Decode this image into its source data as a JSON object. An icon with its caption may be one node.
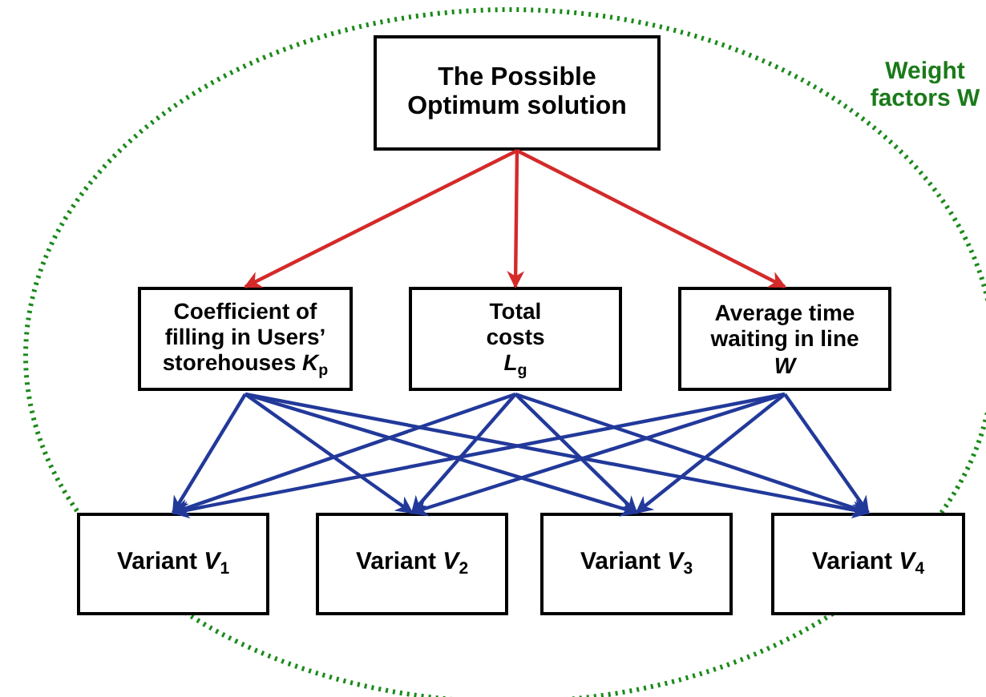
{
  "diagram": {
    "nodes": [
      {
        "text": [
          "Weight factors W"
        ]
      },
      {
        "text": [
          "The Possible Optimum solution"
        ],
        "in": 0
      },
      {
        "text": [
          "Coefficient of filling in Users’ storehouses *K*$_{p}$"
        ],
        "in": 0
      },
      {
        "text": [
          "Total costs *L*$_{g}$"
        ],
        "in": 0
      },
      {
        "text": [
          "Average time waiting in line *W*"
        ],
        "in": 0
      },
      {
        "text": [
          "Variant *V*$_{1}$"
        ],
        "in": 0
      },
      {
        "text": [
          "Variant *V*$_{2}$"
        ],
        "in": 0
      },
      {
        "text": [
          "Variant *V*$_{3}$"
        ],
        "in": 0
      },
      {
        "text": [
          "Variant *V*$_{4}$"
        ],
        "in": 0
      }
    ],
    "edges": [
      {
        "from": 1,
        "to": 2,
        "arrow": "to",
        "color": "#d42a2a"
      },
      {
        "from": 1,
        "to": 3,
        "arrow": "to",
        "color": "#d42a2a"
      },
      {
        "from": 1,
        "to": 4,
        "arrow": "to",
        "color": "#d42a2a"
      },
      {
        "from": 2,
        "to": 5,
        "arrow": "to"
      },
      {
        "from": 2,
        "to": 6,
        "arrow": "to"
      },
      {
        "from": 2,
        "to": 7,
        "arrow": "to"
      },
      {
        "from": 2,
        "to": 8,
        "arrow": "to"
      },
      {
        "from": 3,
        "to": 5,
        "arrow": "to"
      },
      {
        "from": 3,
        "to": 6,
        "arrow": "to"
      },
      {
        "from": 3,
        "to": 7,
        "arrow": "to"
      },
      {
        "from": 3,
        "to": 8,
        "arrow": "to"
      },
      {
        "from": 4,
        "to": 5,
        "arrow": "to"
      },
      {
        "from": 4,
        "to": 6,
        "arrow": "to"
      },
      {
        "from": 4,
        "to": 7,
        "arrow": "to"
      },
      {
        "from": 4,
        "to": 8,
        "arrow": "to"
      }
    ]
  }
}
